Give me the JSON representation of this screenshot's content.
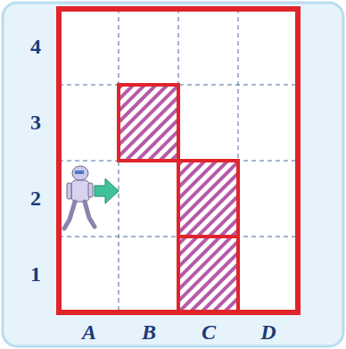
{
  "diagram": {
    "labels": [
      "4",
      "3",
      "2",
      "1",
      "A",
      "B",
      "C",
      "D"
    ]
  }
}
